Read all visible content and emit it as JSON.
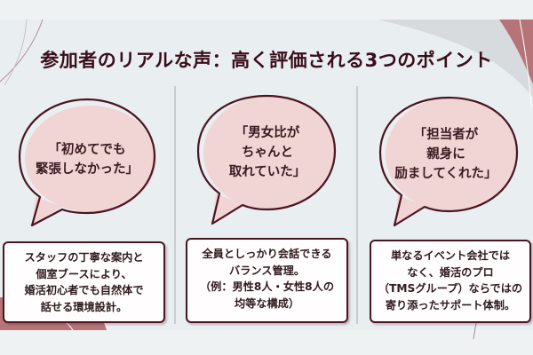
{
  "title": "参加者のリアルな声：高く評価される3つのポイント",
  "colors": {
    "title": "#3a0d1a",
    "outline": "#4a1520",
    "bubble_pink": "#f1d4d4",
    "accent_rose": "#b77478",
    "background": "#eef2f3"
  },
  "points": [
    {
      "bubble_lines": [
        "「初めてでも",
        "緊張しなかった」"
      ],
      "card_lines": [
        "スタッフの丁寧な案内と",
        "個室ブースにより、",
        "婚活初心者でも自然体で",
        "話せる環境設計。"
      ]
    },
    {
      "bubble_lines": [
        "「男女比が",
        "ちゃんと",
        "取れていた」"
      ],
      "card_lines": [
        "全員としっかり会話できる",
        "バランス管理。",
        "（例：男性8人・女性8人の",
        "均等な構成）"
      ]
    },
    {
      "bubble_lines": [
        "「担当者が",
        "親身に",
        "励ましてくれた」"
      ],
      "card_lines": [
        "単なるイベント会社では",
        "なく、婚活のプロ",
        "（TMSグループ）ならではの",
        "寄り添ったサポート体制。"
      ]
    }
  ]
}
